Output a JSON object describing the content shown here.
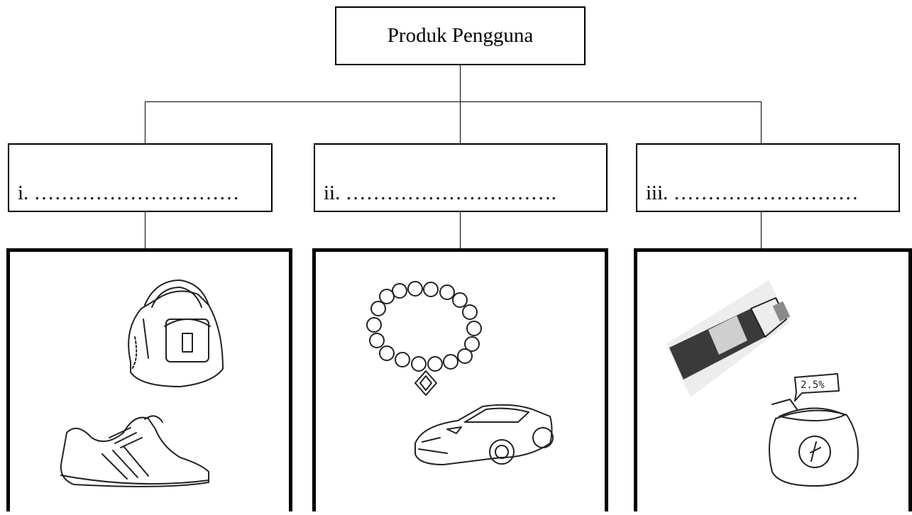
{
  "root": {
    "label": "Produk Pengguna"
  },
  "categories": [
    {
      "label": "i.    …………………………"
    },
    {
      "label": "ii. …………………………."
    },
    {
      "label": "iii. ………………………"
    }
  ],
  "panels": [
    {
      "items": [
        "bag-icon",
        "sneaker-icon"
      ]
    },
    {
      "items": [
        "necklace-icon",
        "car-icon"
      ]
    },
    {
      "items": [
        "tube-icon",
        "rice-sack-icon"
      ]
    }
  ],
  "sack_label": "2.5%"
}
